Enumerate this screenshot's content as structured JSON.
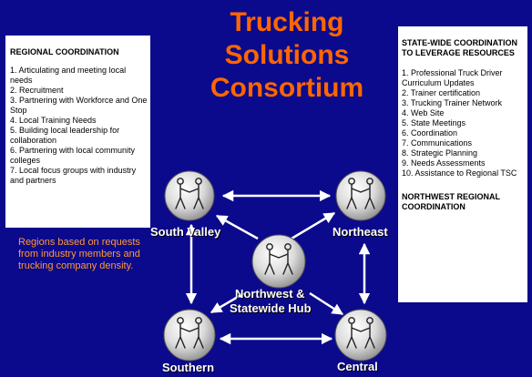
{
  "title_lines": [
    "Trucking",
    "Solutions",
    "Consortium"
  ],
  "left_panel": {
    "heading": "REGIONAL COORDINATION",
    "items": [
      "1. Articulating and meeting local needs",
      "2.  Recruitment",
      "3.  Partnering with Workforce and One Stop",
      "4.  Local Training Needs",
      "5.  Building local leadership for collaboration",
      "6.  Partnering with local community colleges",
      "7.  Local focus groups with industry and partners"
    ]
  },
  "right_panel": {
    "heading": "STATE-WIDE COORDINATION TO LEVERAGE RESOURCES",
    "items": [
      "1. Professional Truck Driver Curriculum Updates",
      "2.  Trainer certification",
      "3.  Trucking Trainer Network",
      "4.  Web Site",
      "5.  State Meetings",
      "6.  Coordination",
      "7.  Communications",
      "8.  Strategic Planning",
      "9.  Needs Assessments",
      "10.  Assistance to Regional TSC"
    ],
    "subheading": "NORTHWEST REGIONAL COORDINATION"
  },
  "regions_note": "Regions based on requests from industry members and trucking company density.",
  "nodes": {
    "south_valley": "South Valley",
    "northeast": "Northeast",
    "hub_line1": "Northwest &",
    "hub_line2": "Statewide Hub",
    "southern": "Southern",
    "central": "Central"
  },
  "colors": {
    "background": "#0b0a8c",
    "title": "#ff6600",
    "note": "#ff9933",
    "arrow": "#ffffff"
  },
  "icon": "handshake-globe-icon"
}
